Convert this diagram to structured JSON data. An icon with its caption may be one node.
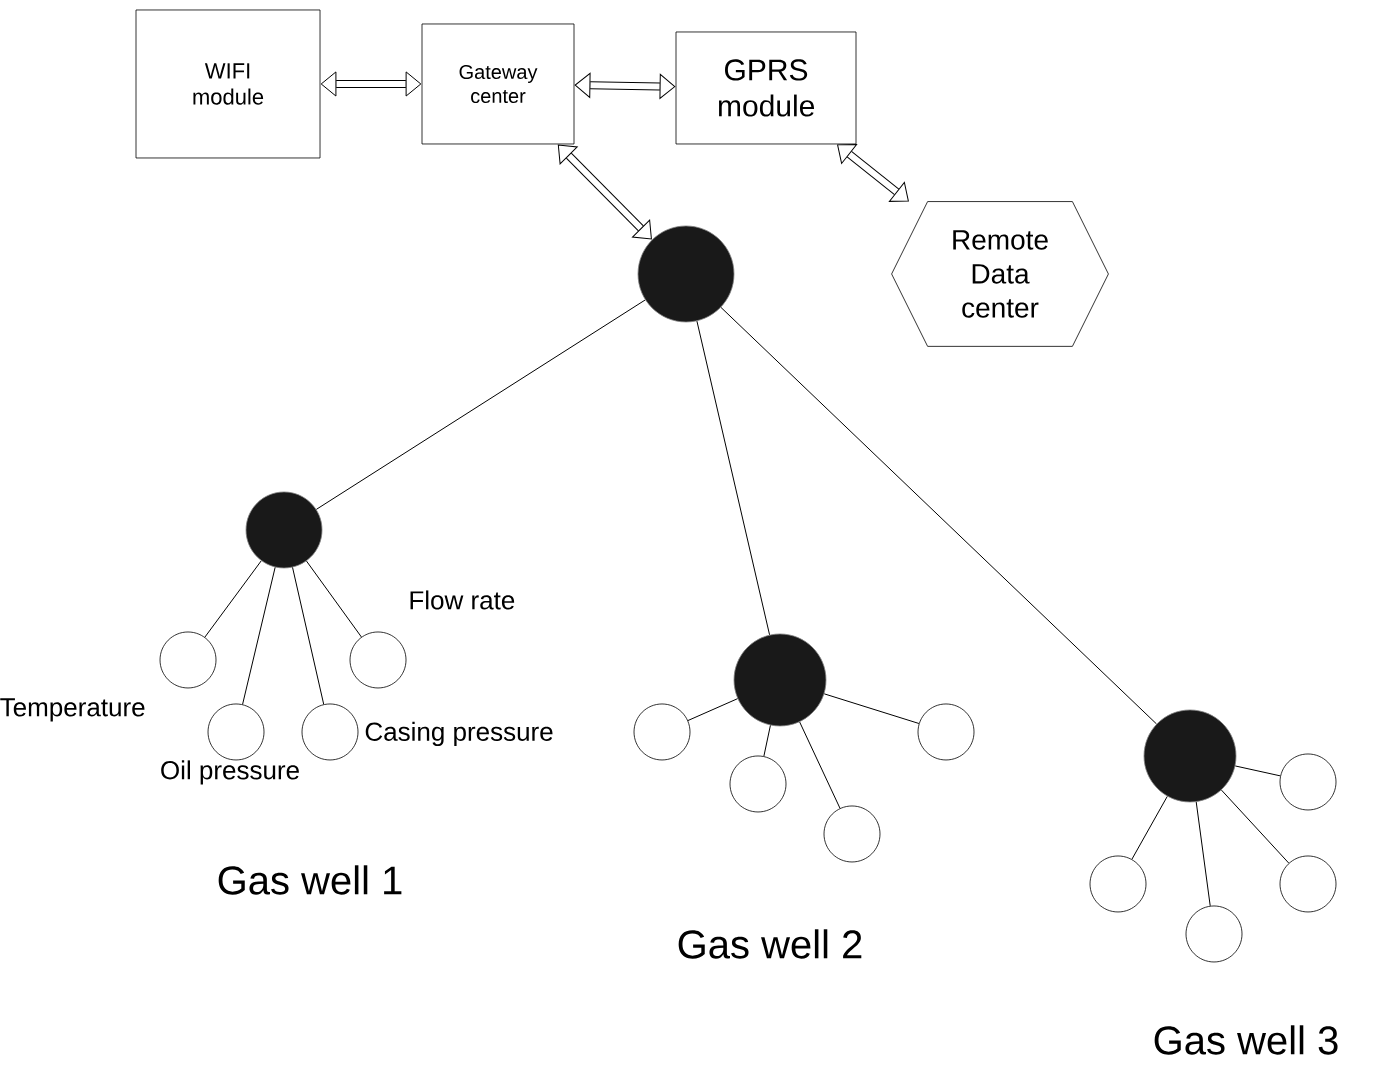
{
  "diagram": {
    "nodes": [
      {
        "text": [
          "WIFI module"
        ]
      },
      {
        "text": [
          "Gateway center"
        ]
      },
      {
        "text": [
          "GPRS module"
        ]
      },
      {
        "text": [
          "Remote Data center"
        ]
      },
      {
        "text": [],
        "shape": "circle"
      },
      {
        "text": [],
        "shape": "circle"
      },
      {
        "text": [],
        "shape": "circle",
        "beside": [
          "Temperature"
        ]
      },
      {
        "text": [],
        "shape": "circle",
        "beside": [
          "Oil pressure"
        ]
      },
      {
        "text": [],
        "shape": "circle",
        "beside": [
          "Casing pressure"
        ]
      },
      {
        "text": [],
        "shape": "circle",
        "beside": [
          "Flow rate"
        ]
      },
      {
        "text": [],
        "shape": "circle"
      },
      {
        "text": [],
        "shape": "circle"
      },
      {
        "text": [],
        "shape": "circle"
      },
      {
        "text": [],
        "shape": "circle"
      },
      {
        "text": [],
        "shape": "circle"
      },
      {
        "text": [],
        "shape": "circle"
      },
      {
        "text": [],
        "shape": "circle"
      },
      {
        "text": [],
        "shape": "circle"
      },
      {
        "text": [],
        "shape": "circle"
      },
      {
        "text": [],
        "shape": "circle"
      }
    ],
    "edges": [
      {
        "from": 0,
        "to": 1,
        "arrow": "both",
        "style": "thick"
      },
      {
        "from": 1,
        "to": 2,
        "arrow": "both",
        "style": "thick"
      },
      {
        "from": 2,
        "to": 3,
        "arrow": "both",
        "style": "thick"
      },
      {
        "from": 1,
        "to": 4,
        "arrow": "both",
        "style": "thick"
      },
      {
        "from": 4,
        "to": 5,
        "arrow": "none"
      },
      {
        "from": 4,
        "to": 10,
        "arrow": "none"
      },
      {
        "from": 4,
        "to": 15,
        "arrow": "none"
      },
      {
        "from": 5,
        "to": 6,
        "arrow": "none"
      },
      {
        "from": 5,
        "to": 7,
        "arrow": "none"
      },
      {
        "from": 5,
        "to": 8,
        "arrow": "none"
      },
      {
        "from": 5,
        "to": 9,
        "arrow": "none"
      },
      {
        "from": 10,
        "to": 11,
        "arrow": "none"
      },
      {
        "from": 10,
        "to": 12,
        "arrow": "none"
      },
      {
        "from": 10,
        "to": 13,
        "arrow": "none"
      },
      {
        "from": 10,
        "to": 14,
        "arrow": "none"
      },
      {
        "from": 15,
        "to": 16,
        "arrow": "none"
      },
      {
        "from": 15,
        "to": 17,
        "arrow": "none"
      },
      {
        "from": 15,
        "to": 18,
        "arrow": "none"
      },
      {
        "from": 15,
        "to": 19,
        "arrow": "none"
      }
    ],
    "labels": [
      "Gas well 1",
      "Gas well 2",
      "Gas well 3"
    ]
  }
}
